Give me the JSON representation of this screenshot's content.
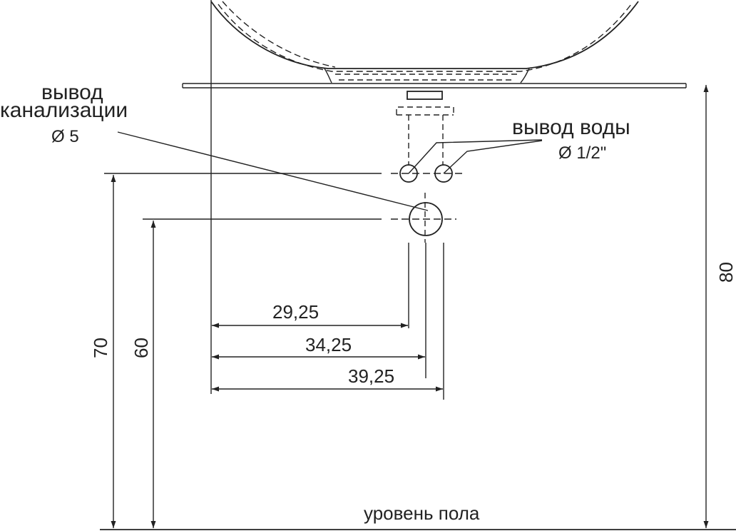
{
  "labels": {
    "drain_title_1": "вывод",
    "drain_title_2": "канализации",
    "drain_diameter": "Ø 5",
    "water_title": "вывод воды",
    "water_diameter": "Ø 1/2\"",
    "floor_level": "уровень пола"
  },
  "dimensions": {
    "horizontal": [
      "29,25",
      "34,25",
      "39,25"
    ],
    "vertical_left": [
      "70",
      "60"
    ],
    "vertical_right": "80"
  },
  "colors": {
    "line": "#222222",
    "background": "#ffffff"
  }
}
